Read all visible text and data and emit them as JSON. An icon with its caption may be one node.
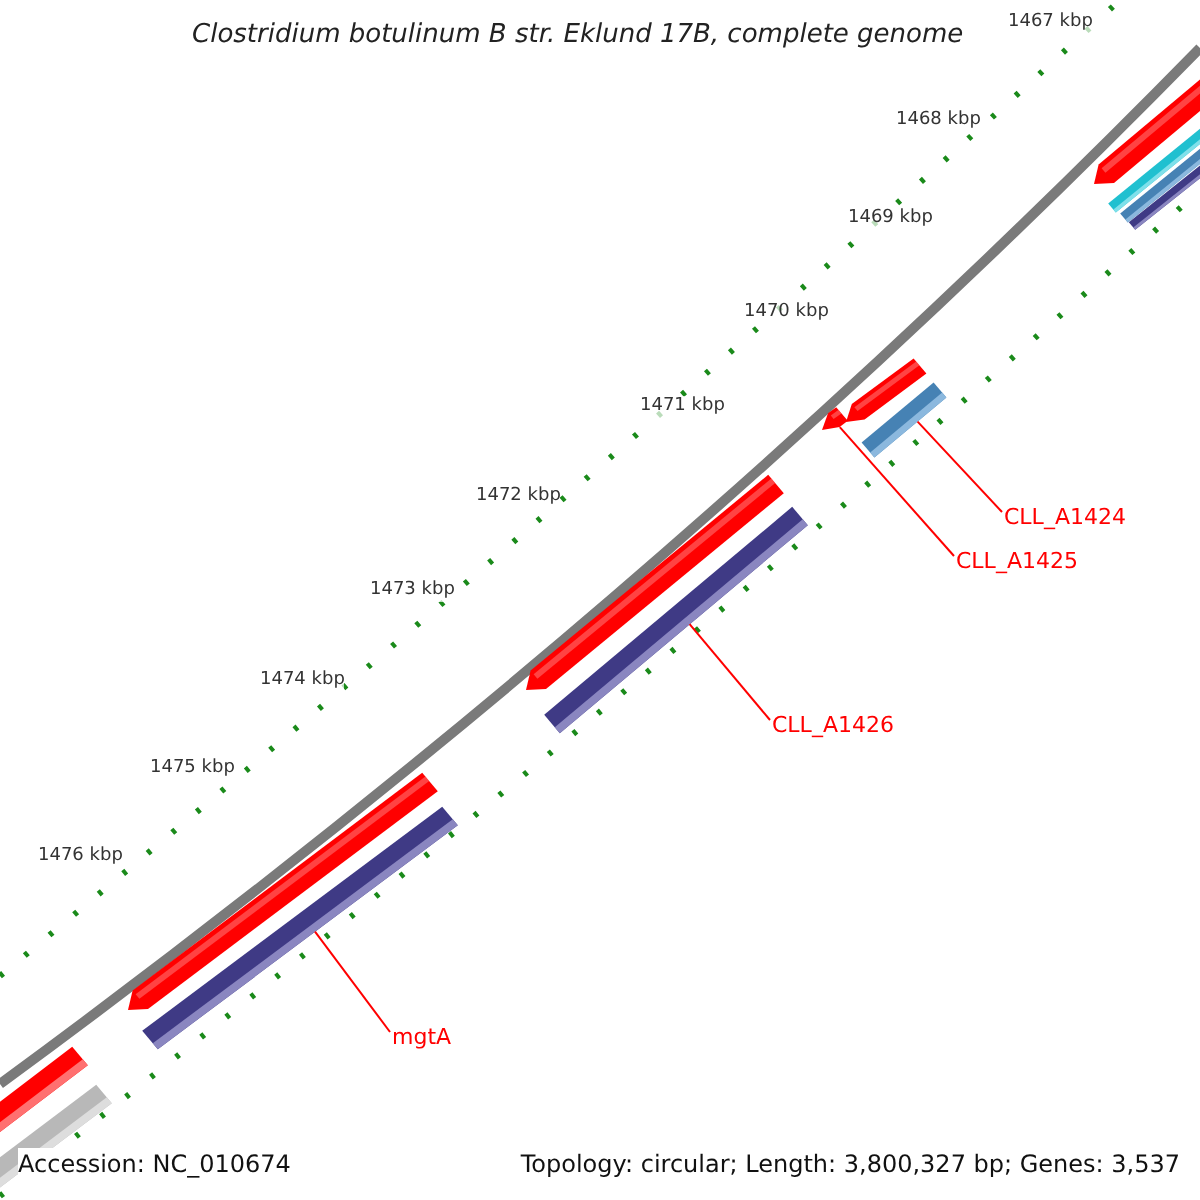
{
  "diagram": {
    "title": "Clostridium botulinum B str. Eklund 17B, complete genome",
    "nodes": [
      {
        "text": [
          "CLL_A1424"
        ]
      },
      {
        "text": [
          "CLL_A1425"
        ]
      },
      {
        "text": [
          "CLL_A1426"
        ]
      },
      {
        "text": [
          "mgtA"
        ]
      },
      {
        "text": [],
        "shape": "bar"
      },
      {
        "text": [],
        "shape": "bar"
      },
      {
        "text": [],
        "shape": "bar"
      },
      {
        "text": [],
        "shape": "bar"
      }
    ],
    "edges": [
      {
        "from": 0,
        "to": 4,
        "arrow": "none"
      },
      {
        "from": 1,
        "to": 5,
        "arrow": "none"
      },
      {
        "from": 2,
        "to": 6,
        "arrow": "none"
      },
      {
        "from": 3,
        "to": 7,
        "arrow": "none"
      }
    ],
    "labels": [
      "1467 kbp",
      "1468 kbp",
      "1469 kbp",
      "1470 kbp",
      "1471 kbp",
      "1472 kbp",
      "1473 kbp",
      "1474 kbp",
      "1475 kbp",
      "1476 kbp",
      "Accession: NC_010674",
      "Topology: circular; Length: 3,800,327 bp; Genes: 3,537"
    ]
  }
}
